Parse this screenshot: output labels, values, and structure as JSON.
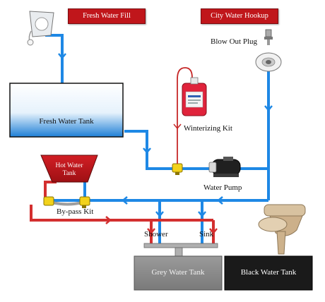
{
  "labels": {
    "fresh_water_fill": "Fresh Water Fill",
    "city_water_hookup": "City Water Hookup",
    "blow_out_plug": "Blow Out Plug",
    "fresh_water_tank": "Fresh Water Tank",
    "winterizing_kit": "Winterizing Kit",
    "hot_water_tank_line1": "Hot Water",
    "hot_water_tank_line2": "Tank",
    "water_pump": "Water Pump",
    "bypass_kit": "By-pass Kit",
    "shower": "Shower",
    "sink": "Sink",
    "grey_water_tank": "Grey Water Tank",
    "black_water_tank": "Black Water Tank"
  },
  "colors": {
    "cold_line": "#1e88e5",
    "hot_line": "#d32f2f",
    "header_red": "#c0161b",
    "grey_tank": "#8a8a8a",
    "black_tank": "#1a1a1a",
    "valve_yellow": "#f2d21b"
  },
  "icons": {
    "fill_inlet": "fresh-fill-inlet-icon",
    "blow_out_plug": "blow-out-plug-icon",
    "city_inlet": "city-water-inlet-icon",
    "antifreeze_jug": "antifreeze-jug-icon",
    "pump": "water-pump-icon",
    "toilet": "toilet-icon"
  }
}
